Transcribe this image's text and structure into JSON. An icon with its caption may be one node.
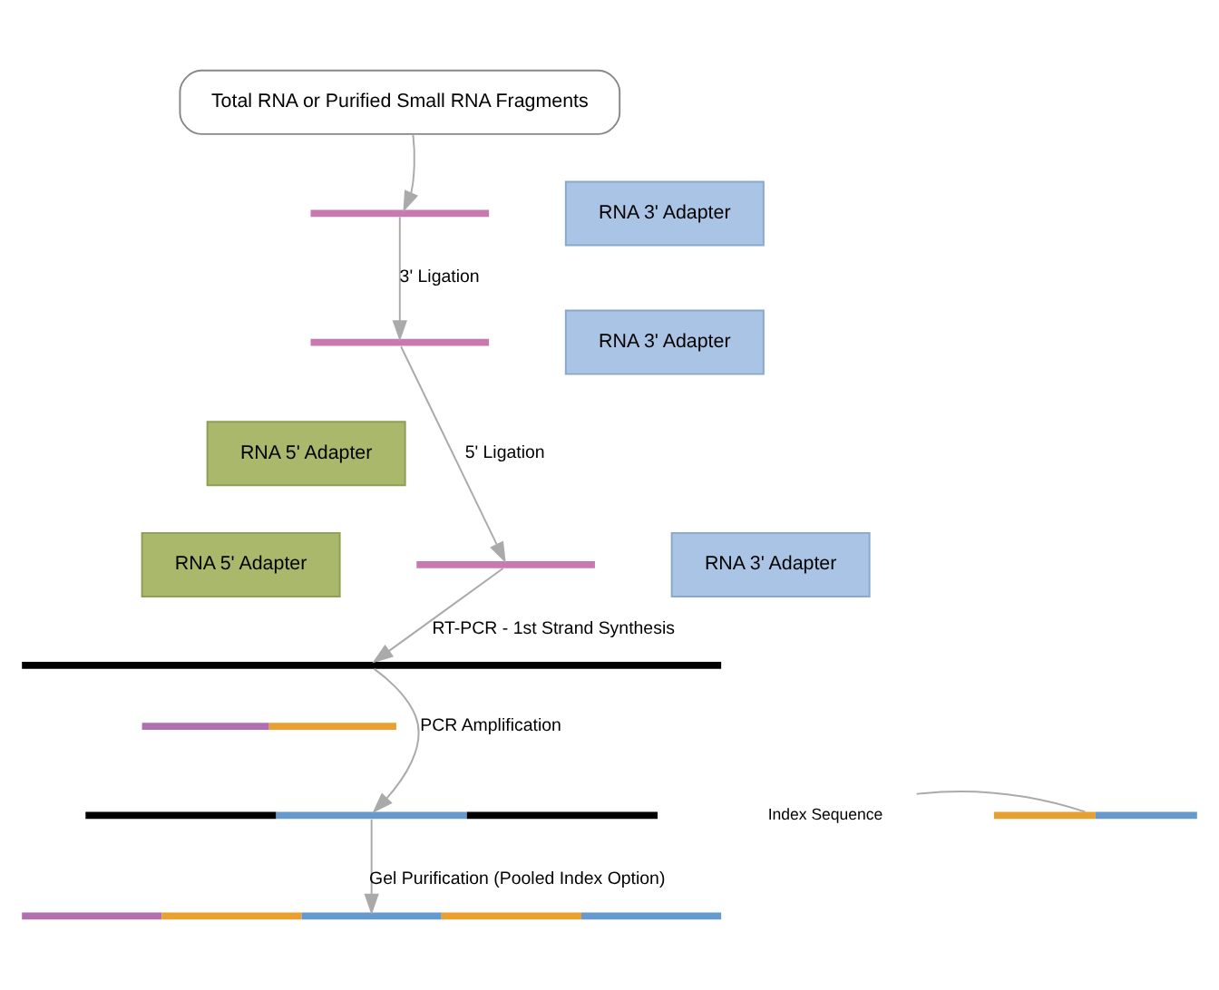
{
  "diagram": {
    "nodes": [
      {
        "text": [
          "Total RNA or Purified Small RNA Fragments"
        ]
      },
      {
        "text": [],
        "shape": "bar"
      },
      {
        "text": [
          "RNA 3' Adapter"
        ]
      },
      {
        "text": [],
        "shape": "bar"
      },
      {
        "text": [
          "RNA 3' Adapter"
        ]
      },
      {
        "text": [
          "RNA 5' Adapter"
        ]
      },
      {
        "text": [
          "RNA 5' Adapter"
        ]
      },
      {
        "text": [],
        "shape": "bar"
      },
      {
        "text": [
          "RNA 3' Adapter"
        ]
      },
      {
        "text": [],
        "shape": "bar"
      },
      {
        "text": [],
        "shape": "bar"
      },
      {
        "text": [],
        "shape": "bar"
      },
      {
        "text": [
          "Index Sequence"
        ]
      },
      {
        "text": [],
        "shape": "bar"
      },
      {
        "text": [],
        "shape": "bar"
      }
    ],
    "edges": [
      {
        "from": 0,
        "to": 1,
        "arrow": "to"
      },
      {
        "from": 1,
        "to": 3,
        "arrow": "to",
        "label": "3' Ligation"
      },
      {
        "from": 3,
        "to": 7,
        "arrow": "to",
        "label": "5' Ligation"
      },
      {
        "from": 7,
        "to": 9,
        "arrow": "to",
        "label": "RT-PCR - 1st Strand Synthesis"
      },
      {
        "from": 9,
        "to": 11,
        "arrow": "to",
        "label": "PCR Amplification"
      },
      {
        "from": 11,
        "to": 14,
        "arrow": "to",
        "label": "Gel Purification (Pooled Index Option)"
      },
      {
        "from": 12,
        "to": 13,
        "arrow": "none"
      }
    ]
  }
}
